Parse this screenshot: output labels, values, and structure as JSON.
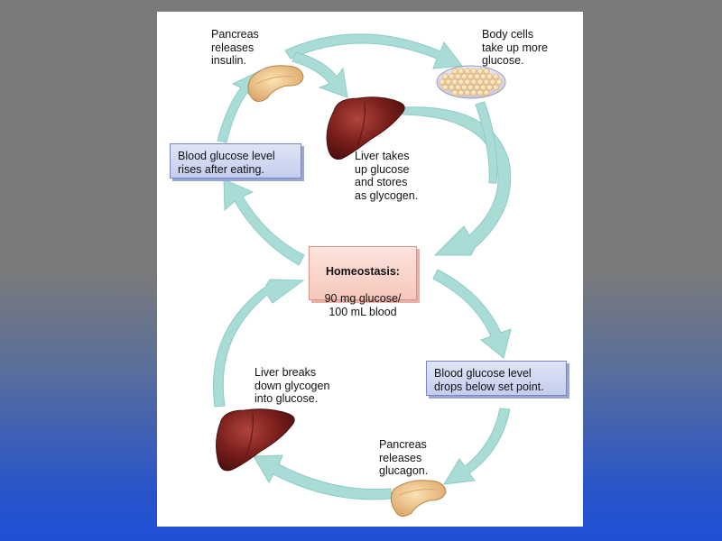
{
  "labels": {
    "pancreas_insulin": "Pancreas\nreleases\ninsulin.",
    "body_cells": "Body cells\ntake up more\nglucose.",
    "liver_stores": "Liver takes\nup glucose\nand stores\nas glycogen.",
    "liver_breaks": "Liver breaks\ndown glycogen\ninto glucose.",
    "pancreas_glucagon": "Pancreas\nreleases\nglucagon."
  },
  "boxes": {
    "rises": "Blood glucose level\nrises after eating.",
    "drops": "Blood glucose level\ndrops below set point.",
    "homeostasis_title": "Homeostasis:",
    "homeostasis_body": "90 mg glucose/\n100 mL blood"
  },
  "colors": {
    "arrow": "#a9dcd6",
    "arrow_edge": "#8fcbc4",
    "blue_box": "#ccd3f0",
    "pink_box": "#f9d3ca",
    "liver": "#7a1f1c",
    "pancreas": "#efc48a"
  },
  "icons": [
    "pancreas-icon",
    "body-cells-icon",
    "liver-icon"
  ]
}
